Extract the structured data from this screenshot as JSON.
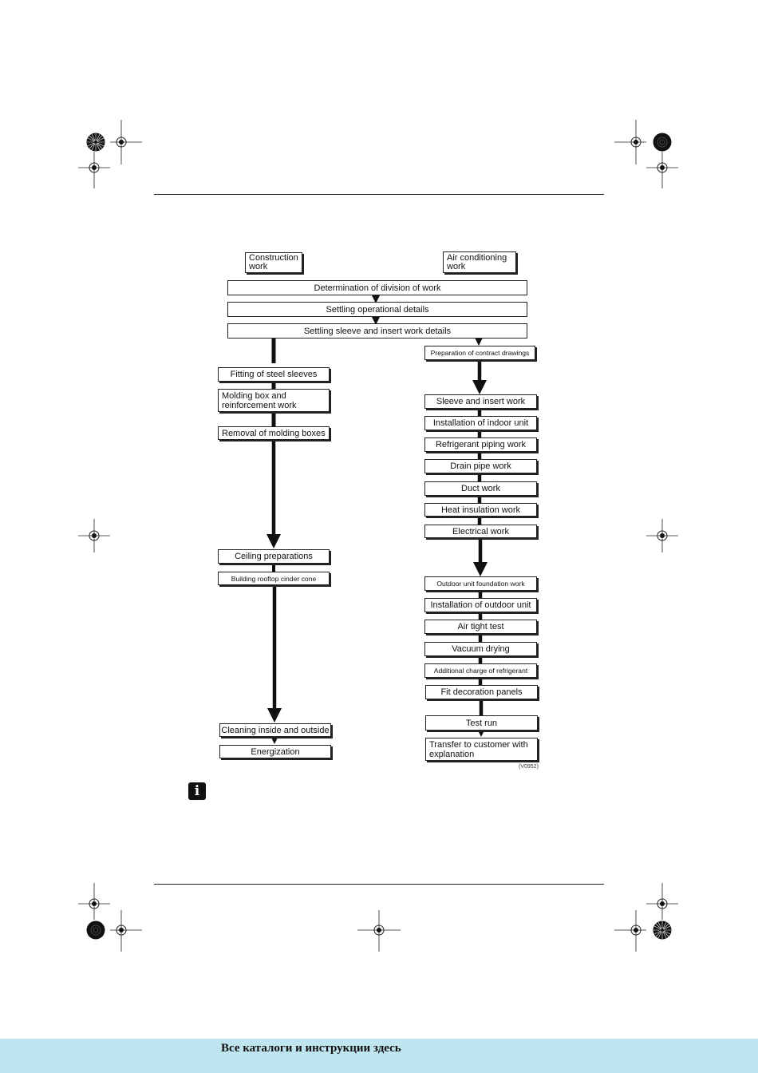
{
  "diagram": {
    "headers": {
      "construction": "Construction work",
      "air_conditioning": "Air conditioning work"
    },
    "common_steps": [
      "Determination of division of work",
      "Settling operational details",
      "Settling sleeve and insert work details"
    ],
    "construction_steps": [
      "Fitting of steel sleeves",
      "Molding box and reinforcement work",
      "Removal of molding boxes",
      "Ceiling preparations",
      "Building rooftop cinder cone",
      "Cleaning inside and outside",
      "Energization"
    ],
    "air_conditioning_steps": [
      "Preparation of contract drawings",
      "Sleeve and insert work",
      "Installation of indoor unit",
      "Refrigerant piping work",
      "Drain pipe work",
      "Duct work",
      "Heat insulation work",
      "Electrical work",
      "Outdoor unit foundation work",
      "Installation of outdoor unit",
      "Air tight test",
      "Vacuum drying",
      "Additional charge of refrigerant",
      "Fit decoration panels",
      "Test run",
      "Transfer to customer with explanation"
    ],
    "figure_code": "(V0952)"
  },
  "info_icon": "information-icon",
  "footer": {
    "text": "Все каталоги и инструкции здесь",
    "band_color": "#bfe5f1"
  }
}
